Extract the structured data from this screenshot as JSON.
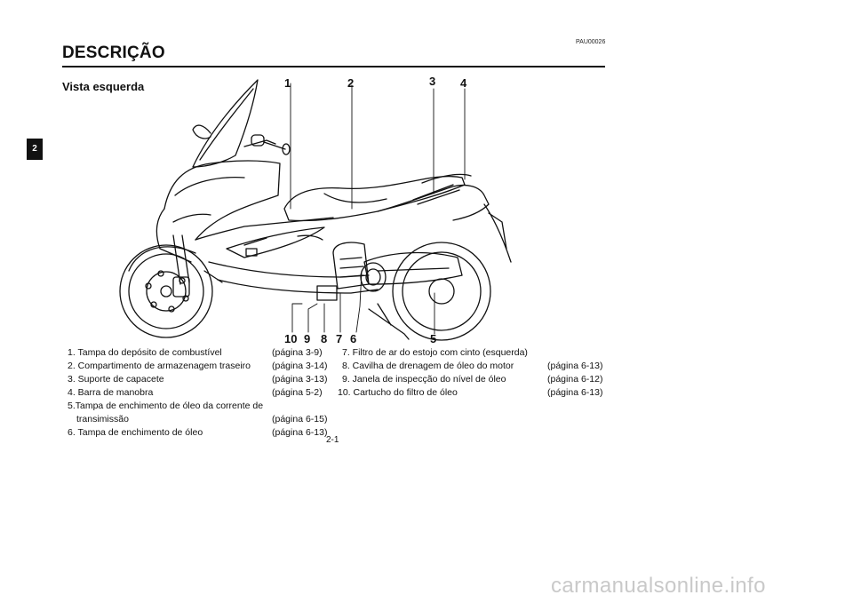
{
  "header": {
    "code": "PAU00026",
    "title": "DESCRIÇÃO",
    "chapter_tab": "2"
  },
  "section": {
    "subtitle": "Vista esquerda"
  },
  "figure": {
    "callouts": [
      "1",
      "2",
      "3",
      "4",
      "5",
      "6",
      "7",
      "8",
      "9",
      "10"
    ]
  },
  "legend": {
    "left": [
      {
        "text": "1. Tampa do depósito de combustível",
        "page": "(página 3-9)"
      },
      {
        "text": "2. Compartimento de armazenagem traseiro",
        "page": "(página 3-14)"
      },
      {
        "text": "3. Suporte de capacete",
        "page": "(página 3-13)"
      },
      {
        "text": "4. Barra de manobra",
        "page": "(página 5-2)"
      },
      {
        "text": "5.Tampa de enchimento de óleo da corrente de",
        "page": ""
      },
      {
        "text": "transimissão",
        "page": "(página 6-15)"
      },
      {
        "text": "6. Tampa de enchimento de óleo",
        "page": "(página 6-13)"
      }
    ],
    "right": [
      {
        "text": "7. Filtro de ar do estojo com cinto (esquerda)",
        "page": ""
      },
      {
        "text": "8. Cavilha de drenagem de óleo do motor",
        "page": "(página 6-13)"
      },
      {
        "text": "9. Janela de inspecção do nível de óleo",
        "page": "(página 6-12)"
      },
      {
        "text": "10. Cartucho do filtro de óleo",
        "page": "(página 6-13)"
      }
    ]
  },
  "footer": {
    "page_number": "2-1",
    "watermark": "carmanualsonline.info"
  }
}
